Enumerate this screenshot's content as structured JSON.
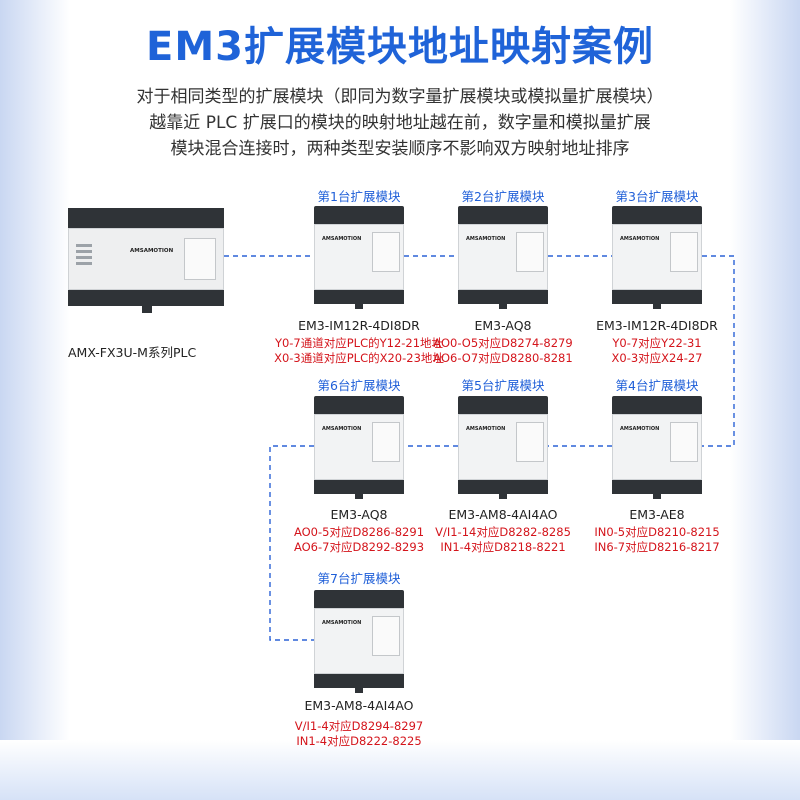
{
  "title": "EM3扩展模块地址映射案例",
  "description": [
    "对于相同类型的扩展模块（即同为数字量扩展模块或模拟量扩展模块）",
    "越靠近 PLC 扩展口的模块的映射地址越在前，数字量和模拟量扩展",
    "模块混合连接时，两种类型安装顺序不影响双方映射地址排序"
  ],
  "plc": {
    "label": "AMX-FX3U-M系列PLC",
    "brand": "AMSAMOTION"
  },
  "modules": [
    {
      "caption": "第1台扩展模块",
      "model": "EM3-IM12R-4DI8DR",
      "brand": "AMSAMOTION",
      "addresses": [
        "Y0-7通道对应PLC的Y12-21地址",
        "X0-3通道对应PLC的X20-23地址"
      ]
    },
    {
      "caption": "第2台扩展模块",
      "model": "EM3-AQ8",
      "brand": "AMSAMOTION",
      "addresses": [
        "AO0-O5对应D8274-8279",
        "AO6-O7对应D8280-8281"
      ]
    },
    {
      "caption": "第3台扩展模块",
      "model": "EM3-IM12R-4DI8DR",
      "brand": "AMSAMOTION",
      "addresses": [
        "Y0-7对应Y22-31",
        "X0-3对应X24-27"
      ]
    },
    {
      "caption": "第4台扩展模块",
      "model": "EM3-AE8",
      "brand": "AMSAMOTION",
      "addresses": [
        "IN0-5对应D8210-8215",
        "IN6-7对应D8216-8217"
      ]
    },
    {
      "caption": "第5台扩展模块",
      "model": "EM3-AM8-4AI4AO",
      "brand": "AMSAMOTION",
      "addresses": [
        "V/I1-14对应D8282-8285",
        "IN1-4对应D8218-8221"
      ]
    },
    {
      "caption": "第6台扩展模块",
      "model": "EM3-AQ8",
      "brand": "AMSAMOTION",
      "addresses": [
        "AO0-5对应D8286-8291",
        "AO6-7对应D8292-8293"
      ]
    },
    {
      "caption": "第7台扩展模块",
      "model": "EM3-AM8-4AI4AO",
      "brand": "AMSAMOTION",
      "addresses": [
        "V/I1-4对应D8294-8297",
        "IN1-4对应D8222-8225"
      ]
    }
  ],
  "colors": {
    "accent": "#1f63d8",
    "address": "#d4141b",
    "link": "#2b62d6"
  }
}
